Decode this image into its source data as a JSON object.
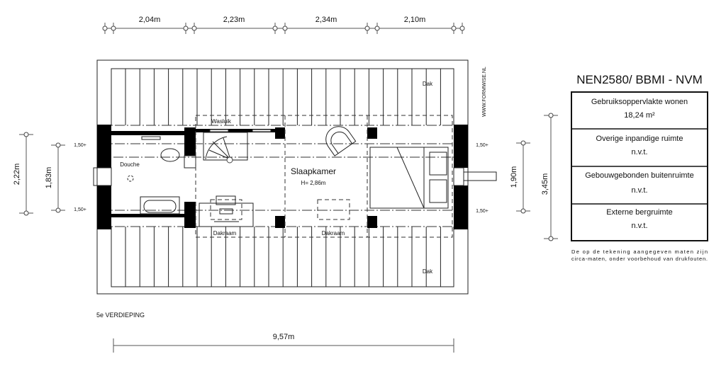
{
  "plan": {
    "floor_label": "5e VERDIEPING",
    "watermark": "WWW.FORMWISE.NL",
    "top_dims": [
      "2,04m",
      "2,23m",
      "2,34m",
      "2,10m"
    ],
    "bottom_dim": "9,57m",
    "left_dims": [
      "2,22m",
      "1,83m"
    ],
    "right_dims": [
      "1,90m",
      "3,45m"
    ],
    "height_marks": [
      "1,50+",
      "1,50+",
      "1,50+",
      "1,50+"
    ],
    "rooms": {
      "bedroom": "Slaapkamer",
      "bedroom_height": "H= 2,86m",
      "shower": "Douche",
      "laundry_chute": "Wasluik",
      "skylight_left": "Dakraam",
      "skylight_right": "Dakraam",
      "roof_top": "Dak",
      "roof_bottom": "Dak"
    }
  },
  "table": {
    "title": "NEN2580/ BBMI - NVM",
    "rows": [
      {
        "label": "Gebruiksoppervlakte wonen",
        "value": "18,24 m²"
      },
      {
        "label": "Overige inpandige ruimte",
        "value": "n.v.t."
      },
      {
        "label": "Gebouwgebonden buitenruimte",
        "value": "n.v.t."
      },
      {
        "label": "Externe bergruimte",
        "value": "n.v.t."
      }
    ],
    "disclaimer_1": "De op de tekening aangegeven maten zijn",
    "disclaimer_2": "circa-maten, onder voorbehoud van drukfouten."
  }
}
